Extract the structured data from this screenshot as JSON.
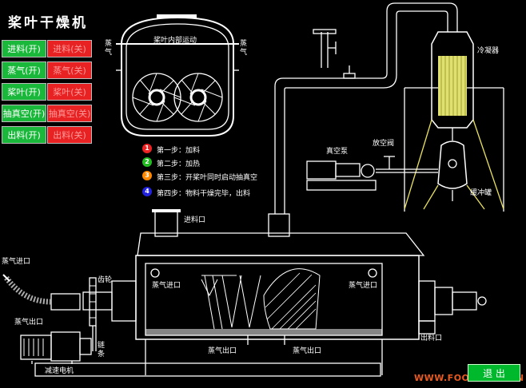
{
  "app": {
    "title": "桨叶干燥机"
  },
  "controls": [
    {
      "on": "进料(开)",
      "off": "进料(关)"
    },
    {
      "on": "蒸气(开)",
      "off": "蒸气(关)"
    },
    {
      "on": "桨叶(开)",
      "off": "桨叶(关)"
    },
    {
      "on": "抽真空(开)",
      "off": "抽真空(关)"
    },
    {
      "on": "出料(开)",
      "off": "出料(关)"
    }
  ],
  "steps": [
    {
      "num": "1",
      "text": "第一步：加料",
      "color": "#e22"
    },
    {
      "num": "2",
      "text": "第二步：加热",
      "color": "#2b2"
    },
    {
      "num": "3",
      "text": "第三步：开桨叶同时启动抽真空",
      "color": "#f80"
    },
    {
      "num": "4",
      "text": "第四步：物料干燥完毕，出料",
      "color": "#22d"
    }
  ],
  "labels": {
    "paddle_motion": "桨叶内部运动",
    "steam_left": "蒸气",
    "steam_right": "蒸气",
    "condenser": "冷凝器",
    "vent_valve": "放空阀",
    "vacuum_pump": "真空泵",
    "buffer_tank": "缓冲罐",
    "feed_inlet": "进料口",
    "steam_inlet_outer": "蒸气进口",
    "gear": "齿轮",
    "steam_inlet_left": "蒸气进口",
    "steam_inlet_right": "蒸气进口",
    "steam_outlet_left": "蒸气出口",
    "chain": "链条",
    "steam_outlet_bottom1": "蒸气出口",
    "steam_outlet_bottom2": "蒸气出口",
    "discharge": "出料口",
    "reducer_motor": "减速电机"
  },
  "exit_label": "退 出",
  "watermark": "WWW.FOODMATE.CN"
}
